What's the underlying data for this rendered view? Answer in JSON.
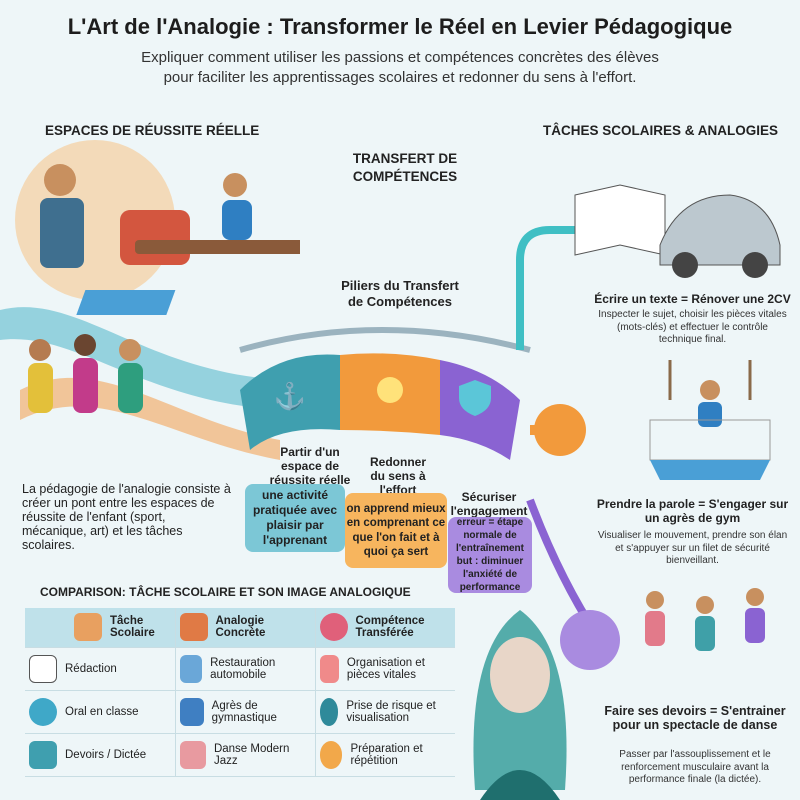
{
  "title": "L'Art de l'Analogie : Transformer le Réel en Levier Pédagogique",
  "subtitle": [
    "Expliquer comment utiliser les passions et compétences concrètes des élèves",
    "pour faciliter les apprentissages scolaires et redonner du sens à l'effort."
  ],
  "left_heading": "ESPACES DE RÉUSSITE RÉELLE",
  "right_heading": "TÂCHES SCOLAIRES & ANALOGIES",
  "center_heading": [
    "TRANSFERT DE",
    "COMPÉTENCES"
  ],
  "pillars_title": [
    "Piliers du Transfert",
    "de Compétences"
  ],
  "pillars": [
    {
      "label": "Partir d'un espace de réussite réelle",
      "detail": "une activité pratiquée avec plaisir par l'apprenant",
      "color": "#7cc7d6",
      "icon": "anchor-icon"
    },
    {
      "label": "Redonner du sens à l'effort",
      "detail": "on apprend mieux en comprenant ce que l'on fait et à quoi ça sert",
      "color": "#f7b55e",
      "icon": "lightbulb-icon"
    },
    {
      "label": "Sécuriser l'engagement",
      "detail": "erreur = étape normale de l'entraînement but : diminuer l'anxiété de performance",
      "color": "#a98be0",
      "icon": "shield-icon"
    }
  ],
  "intro": "La pédagogie de l'analogie consiste à créer un pont entre les espaces de réussite de l'enfant (sport, mécanique, art) et les tâches scolaires.",
  "table": {
    "title": "COMPARISON: TÂCHE SCOLAIRE ET SON IMAGE ANALOGIQUE",
    "headers": [
      {
        "label": "Tâche Scolaire",
        "icon": "school-icon"
      },
      {
        "label": "Analogie Concrète",
        "icon": "toolbox-icon"
      },
      {
        "label": "Compétence Transférée",
        "icon": "brain-icon"
      }
    ],
    "rows": [
      [
        {
          "t": "Rédaction",
          "icon": "document-pen-icon"
        },
        {
          "t": "Restauration automobile",
          "icon": "wrench-icon"
        },
        {
          "t": "Organisation et pièces vitales",
          "icon": "org-chart-icon"
        }
      ],
      [
        {
          "t": "Oral en classe",
          "icon": "speech-bubbles-icon"
        },
        {
          "t": "Agrès de gymnastique",
          "icon": "gym-rings-icon"
        },
        {
          "t": "Prise de risque et visualisation",
          "icon": "eye-icon"
        }
      ],
      [
        {
          "t": "Devoirs / Dictée",
          "icon": "backpack-icon"
        },
        {
          "t": "Danse Modern Jazz",
          "icon": "ballet-shoes-icon"
        },
        {
          "t": "Préparation et répétition",
          "icon": "clock-icon"
        }
      ]
    ]
  },
  "analogies": [
    {
      "title": "Écrire un texte = Rénover une 2CV",
      "desc": "Inspecter le sujet, choisir les pièces vitales (mots-clés) et effectuer le contrôle technique final."
    },
    {
      "title": "Prendre la parole = S'engager sur un agrès de gym",
      "desc": "Visualiser le mouvement, prendre son élan et s'appuyer sur un filet de sécurité bienveillant."
    },
    {
      "title": "Faire ses devoirs = S'entrainer pour un spectacle de danse",
      "desc": "Passer par l'assouplissement et le renforcement musculaire avant la performance finale (la dictée)."
    }
  ]
}
